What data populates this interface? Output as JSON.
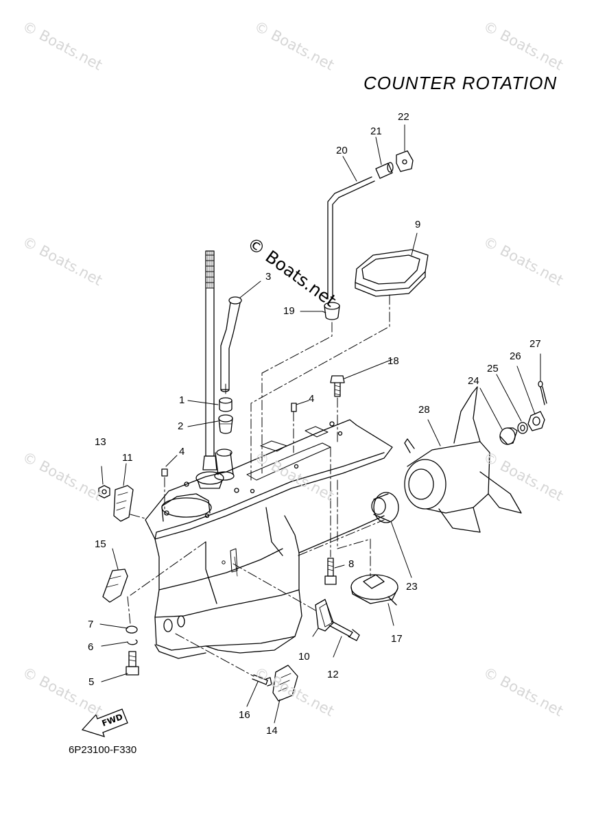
{
  "title": "COUNTER ROTATION",
  "diagram_code": "6P23100-F330",
  "watermark_text": "© Boats.net",
  "fwd_label": "FWD",
  "callouts": [
    "1",
    "2",
    "3",
    "4",
    "4",
    "5",
    "6",
    "7",
    "8",
    "9",
    "10",
    "11",
    "12",
    "13",
    "14",
    "15",
    "16",
    "17",
    "18",
    "19",
    "20",
    "21",
    "22",
    "23",
    "24",
    "25",
    "26",
    "27",
    "28"
  ],
  "colors": {
    "line": "#000000",
    "watermark": "#d6d6d6",
    "background": "#ffffff"
  }
}
